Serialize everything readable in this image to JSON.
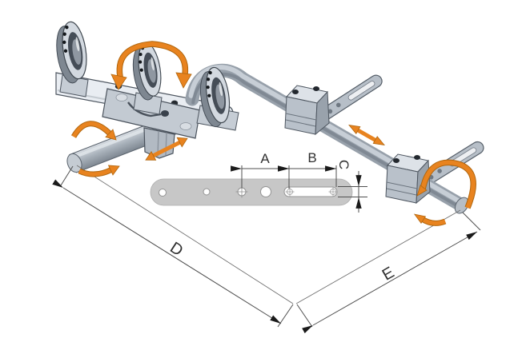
{
  "diagram": {
    "type": "technical-illustration",
    "subject": "adjustable multi-rod mounting bracket with dimension callouts",
    "background": "#ffffff",
    "dimension_labels": {
      "A": "A",
      "B": "B",
      "C": "C",
      "D": "D",
      "E": "E"
    },
    "dimensions": {
      "A": "distance from third plate hole to start of slot",
      "B": "length of plate slot",
      "C": "slot / hole diameter (vertical callout)",
      "D": "diagonal length from left rod end to center vertex",
      "E": "diagonal length from center vertex to right rod end"
    },
    "colors": {
      "accent_orange": "#E8831F",
      "accent_orange_dark": "#B0660E",
      "metal_light": "#D3D9E0",
      "metal_mid": "#98A1AB",
      "metal_dark": "#454D57",
      "bar_face": "#E9EDF2",
      "plate_gray": "#C7C7C7",
      "dim_line": "#4F4F4F",
      "label_text": "#2F2F2F"
    },
    "parts": [
      "clamp-ring-left",
      "clamp-ring-middle",
      "clamp-ring-right",
      "top-flat-bar",
      "center-cross-clamp",
      "hex-nut",
      "left-rod",
      "bent-tube",
      "clamp-block-1",
      "clamp-block-2",
      "slotted-arm-1",
      "slotted-arm-2",
      "drilled-flat-plate"
    ],
    "plate": {
      "holes": 4,
      "slot": 1,
      "reference_cross_marks": [
        "hole-3",
        "slot-left-end",
        "slot-right-end"
      ]
    },
    "arrow_icons": [
      "rotate-arrow-middle-ring",
      "rotate-arrow-left-rod-upper",
      "rotate-arrow-left-rod-lower",
      "slide-arrow-center-clamp",
      "slide-arrow-right-rod",
      "rotate-arrow-right-rod-upper",
      "rotate-arrow-right-rod-lower"
    ]
  }
}
